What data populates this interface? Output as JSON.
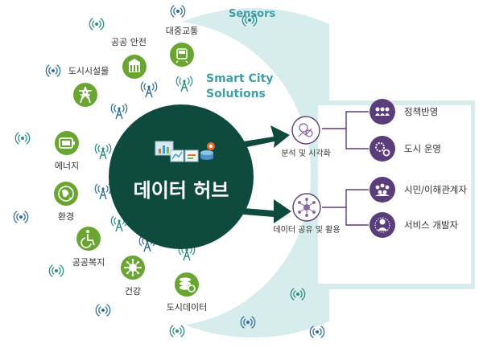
{
  "outer_ring_label": "Sensors",
  "inner_label_line1": "Smart City",
  "inner_label_line2": "Solutions",
  "hub_title": "데이터 허브",
  "colors": {
    "ring": "#d7ecec",
    "ring_text": "#3f9ea8",
    "hub": "#0f4a3f",
    "category_green": "#6aa532",
    "arrow": "#0f4a3f",
    "purple": "#5b3d7c",
    "sensor_blue": "#2f6d9a",
    "sensor_teal": "#2a8e84"
  },
  "categories": [
    {
      "label": "대중교통",
      "icon": "train-icon"
    },
    {
      "label": "공공 안전",
      "icon": "building-icon"
    },
    {
      "label": "도시시설물",
      "icon": "power-tower-icon"
    },
    {
      "label": "에너지",
      "icon": "battery-icon"
    },
    {
      "label": "환경",
      "icon": "globe-icon"
    },
    {
      "label": "공공복지",
      "icon": "wheelchair-icon"
    },
    {
      "label": "건강",
      "icon": "virus-icon"
    },
    {
      "label": "도시데이터",
      "icon": "database-icon"
    }
  ],
  "processes": [
    {
      "label": "분석 및 시각화",
      "icon": "analysis-gears-icon"
    },
    {
      "label": "데이터 공유 및 활용",
      "icon": "share-network-icon"
    }
  ],
  "outputs": [
    {
      "label": "정책반영",
      "icon": "people-group-icon"
    },
    {
      "label": "도시 운영",
      "icon": "gear-person-icon"
    },
    {
      "label": "시민/이해관계자",
      "icon": "crowd-icon"
    },
    {
      "label": "서비스 개발자",
      "icon": "developer-icon"
    }
  ]
}
